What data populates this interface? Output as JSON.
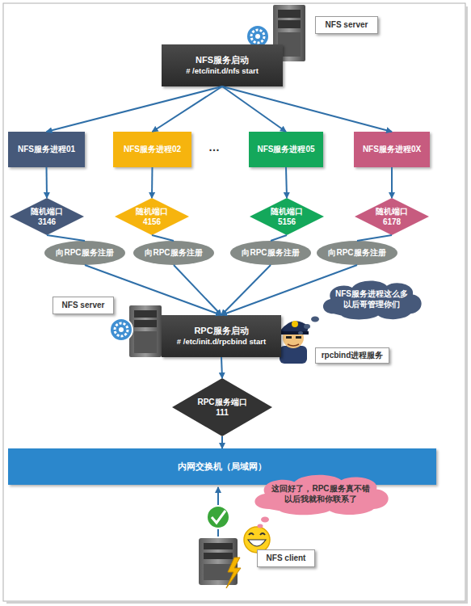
{
  "diagram": {
    "nodes": [
      {
        "text": [
          "NFS server"
        ]
      },
      {
        "text": [
          "NFS服务启动",
          "# /etc/init.d/nfs start"
        ]
      },
      {
        "text": [
          "NFS服务进程01"
        ]
      },
      {
        "text": [
          "NFS服务进程02"
        ]
      },
      {
        "text": [
          "NFS服务进程05"
        ]
      },
      {
        "text": [
          "NFS服务进程0X"
        ]
      },
      {
        "text": [
          "随机端口",
          "3146"
        ]
      },
      {
        "text": [
          "随机端口",
          "4156"
        ]
      },
      {
        "text": [
          "随机端口",
          "5156"
        ]
      },
      {
        "text": [
          "随机端口",
          "6178"
        ]
      },
      {
        "text": [
          "向RPC服务注册"
        ]
      },
      {
        "text": [
          "向RPC服务注册"
        ]
      },
      {
        "text": [
          "向RPC服务注册"
        ]
      },
      {
        "text": [
          "向RPC服务注册"
        ]
      },
      {
        "text": [
          "NFS server"
        ]
      },
      {
        "text": [
          "RPC服务启动",
          "# /etc/init.d/rpcbind start"
        ]
      },
      {
        "text": [
          "NFS服务进程这么多 以后哥管理你们"
        ]
      },
      {
        "text": [
          "rpcbind进程服务"
        ]
      },
      {
        "text": [
          "RPC服务端口",
          "111"
        ]
      },
      {
        "text": [
          "内网交换机（局域网）"
        ]
      },
      {
        "text": [
          "这回好了，RPC服务真不错 以后我就和你联系了"
        ]
      },
      {
        "text": [
          "NFS client"
        ]
      }
    ],
    "edges": [
      {
        "from": 1,
        "to": 2,
        "arrow": "to"
      },
      {
        "from": 1,
        "to": 3,
        "arrow": "to"
      },
      {
        "from": 1,
        "to": 4,
        "arrow": "to"
      },
      {
        "from": 1,
        "to": 5,
        "arrow": "to"
      },
      {
        "from": 2,
        "to": 6,
        "arrow": "to"
      },
      {
        "from": 3,
        "to": 7,
        "arrow": "to"
      },
      {
        "from": 4,
        "to": 8,
        "arrow": "to"
      },
      {
        "from": 5,
        "to": 9,
        "arrow": "to"
      },
      {
        "from": 6,
        "to": 10,
        "arrow": "none"
      },
      {
        "from": 7,
        "to": 11,
        "arrow": "none"
      },
      {
        "from": 8,
        "to": 12,
        "arrow": "none"
      },
      {
        "from": 9,
        "to": 13,
        "arrow": "none"
      },
      {
        "from": 10,
        "to": 15,
        "arrow": "to"
      },
      {
        "from": 11,
        "to": 15,
        "arrow": "to"
      },
      {
        "from": 12,
        "to": 15,
        "arrow": "to"
      },
      {
        "from": 13,
        "to": 15,
        "arrow": "to"
      },
      {
        "from": 15,
        "to": 18,
        "arrow": "to"
      },
      {
        "from": 18,
        "to": 19,
        "arrow": "to"
      }
    ],
    "labels": [
      "…"
    ]
  }
}
